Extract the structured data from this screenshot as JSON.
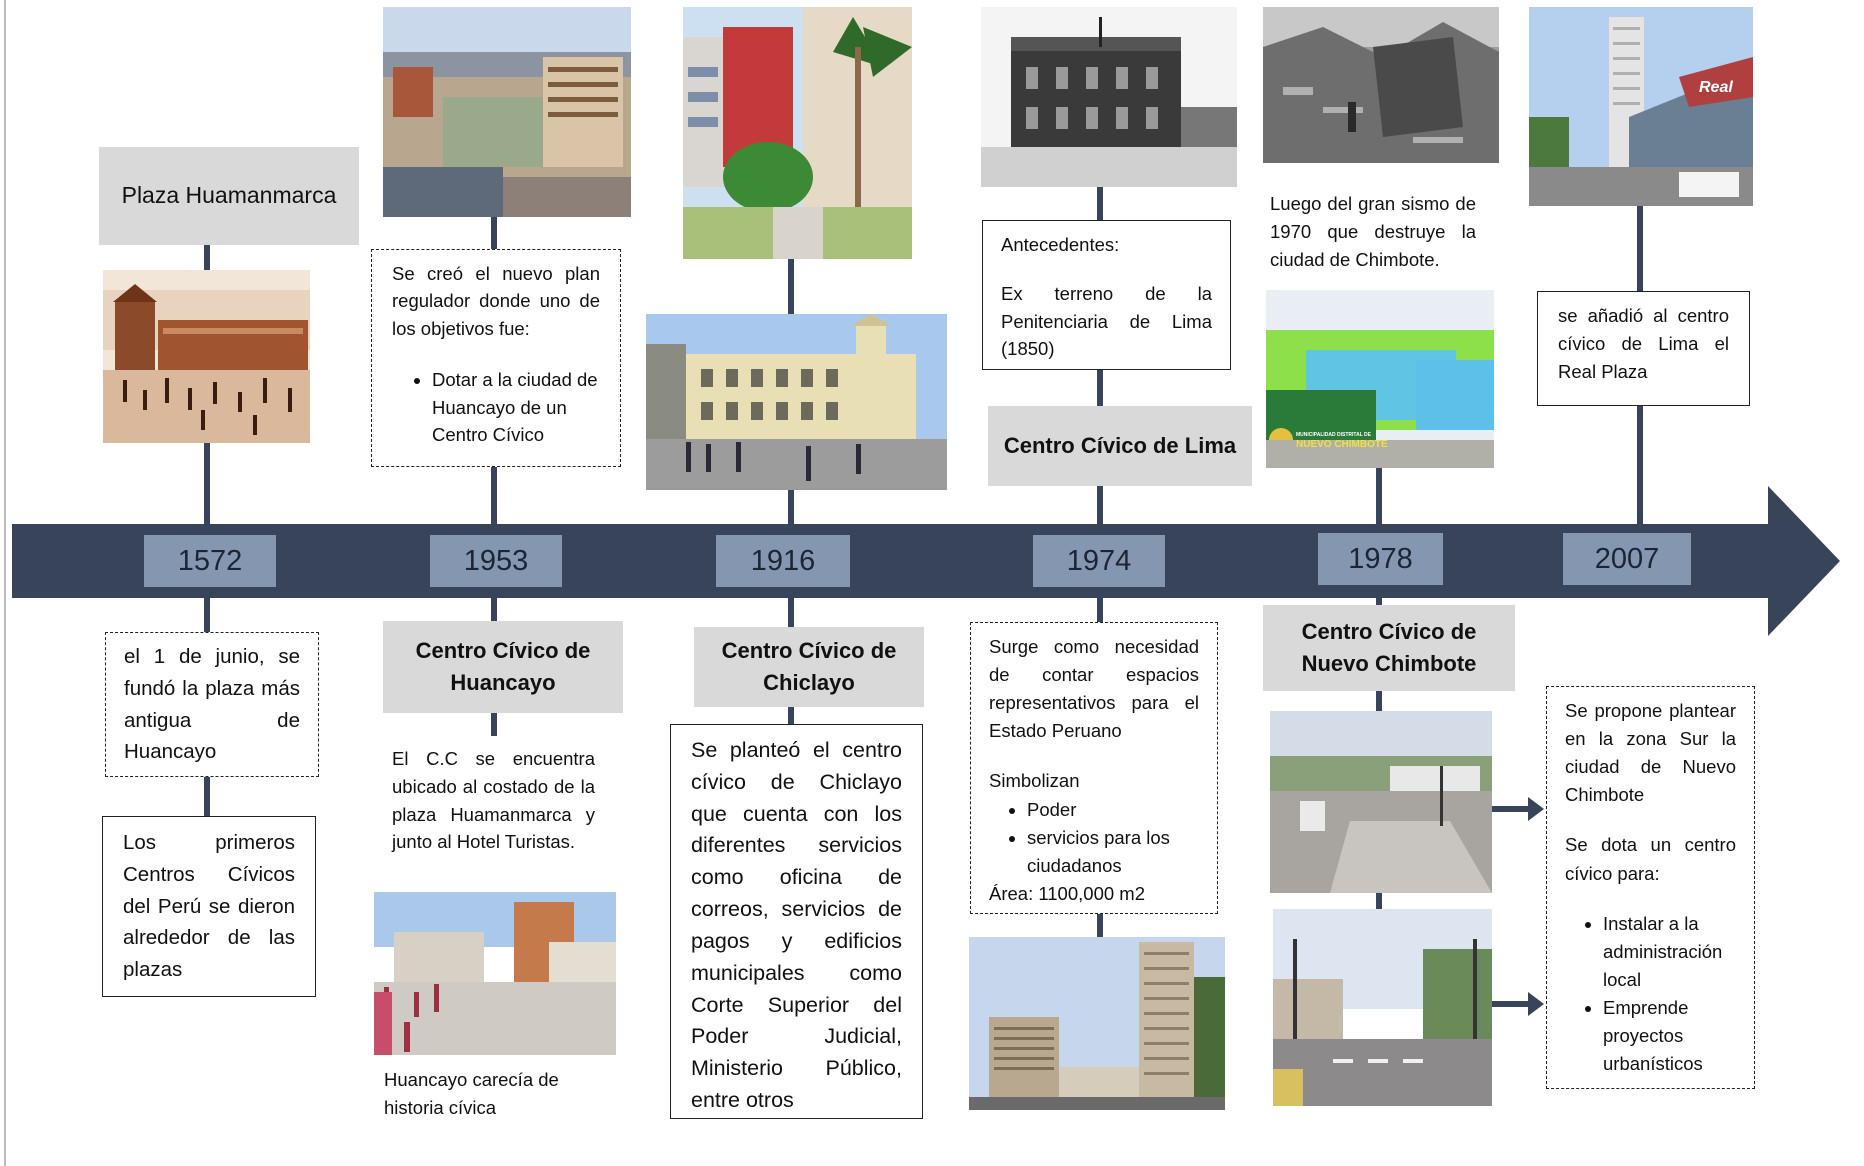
{
  "events": {
    "e1572": {
      "year": "1572",
      "top_title": "Plaza Huamanmarca",
      "box1": "el 1 de junio, se fundó la plaza más antigua de Huancayo",
      "box2": "Los primeros Centros Cívicos del Perú se dieron alrededor de las plazas"
    },
    "e1953": {
      "year": "1953",
      "top_text": "Se creó el nuevo plan regulador donde uno de los objetivos fue:",
      "top_bullet": "Dotar a la ciudad de Huancayo de un Centro Cívico",
      "title": "Centro Cívico de Huancayo",
      "text": "El C.C se encuentra ubicado al costado de la plaza Huamanmarca y junto al Hotel Turistas.",
      "caption": "Huancayo carecía de historia cívica"
    },
    "e1916": {
      "year": "1916",
      "title": "Centro Cívico de Chiclayo",
      "text": "Se planteó el centro cívico de Chiclayo que cuenta con los diferentes servicios como oficina de correos, servicios de pagos y edificios municipales como Corte Superior del Poder Judicial, Ministerio Público, entre otros"
    },
    "e1974": {
      "year": "1974",
      "top_heading": "Antecedentes:",
      "top_text": "Ex terreno de la Penitenciaria de Lima (1850)",
      "title": "Centro Cívico de Lima",
      "text": "Surge como necesidad de contar espacios representativos para el Estado Peruano",
      "symbol_label": "Simbolizan",
      "bullets": [
        "Poder",
        "servicios para los ciudadanos"
      ],
      "area": "Área: 1100,000 m2"
    },
    "e1978": {
      "year": "1978",
      "top_text": "Luego del gran sismo de 1970 que destruye la ciudad de Chimbote.",
      "title": "Centro Cívico de Nuevo Chimbote",
      "sign_line1": "MUNICIPALIDAD DISTRITAL DE",
      "sign_line2": "NUEVO CHIMBOTE"
    },
    "e2007": {
      "year": "2007",
      "top_text": "se añadió al centro cívico de Lima el Real Plaza",
      "text1": "Se propone plantear en la zona Sur la ciudad de Nuevo Chimbote",
      "text2": "Se dota un centro cívico para:",
      "bullets": [
        "Instalar a la administración local",
        "Emprende proyectos urbanísticos"
      ],
      "sign": "Real"
    }
  },
  "colors": {
    "timeline": "#37445a",
    "year_box": "#8597b0",
    "title_box": "#d9d9d9"
  }
}
